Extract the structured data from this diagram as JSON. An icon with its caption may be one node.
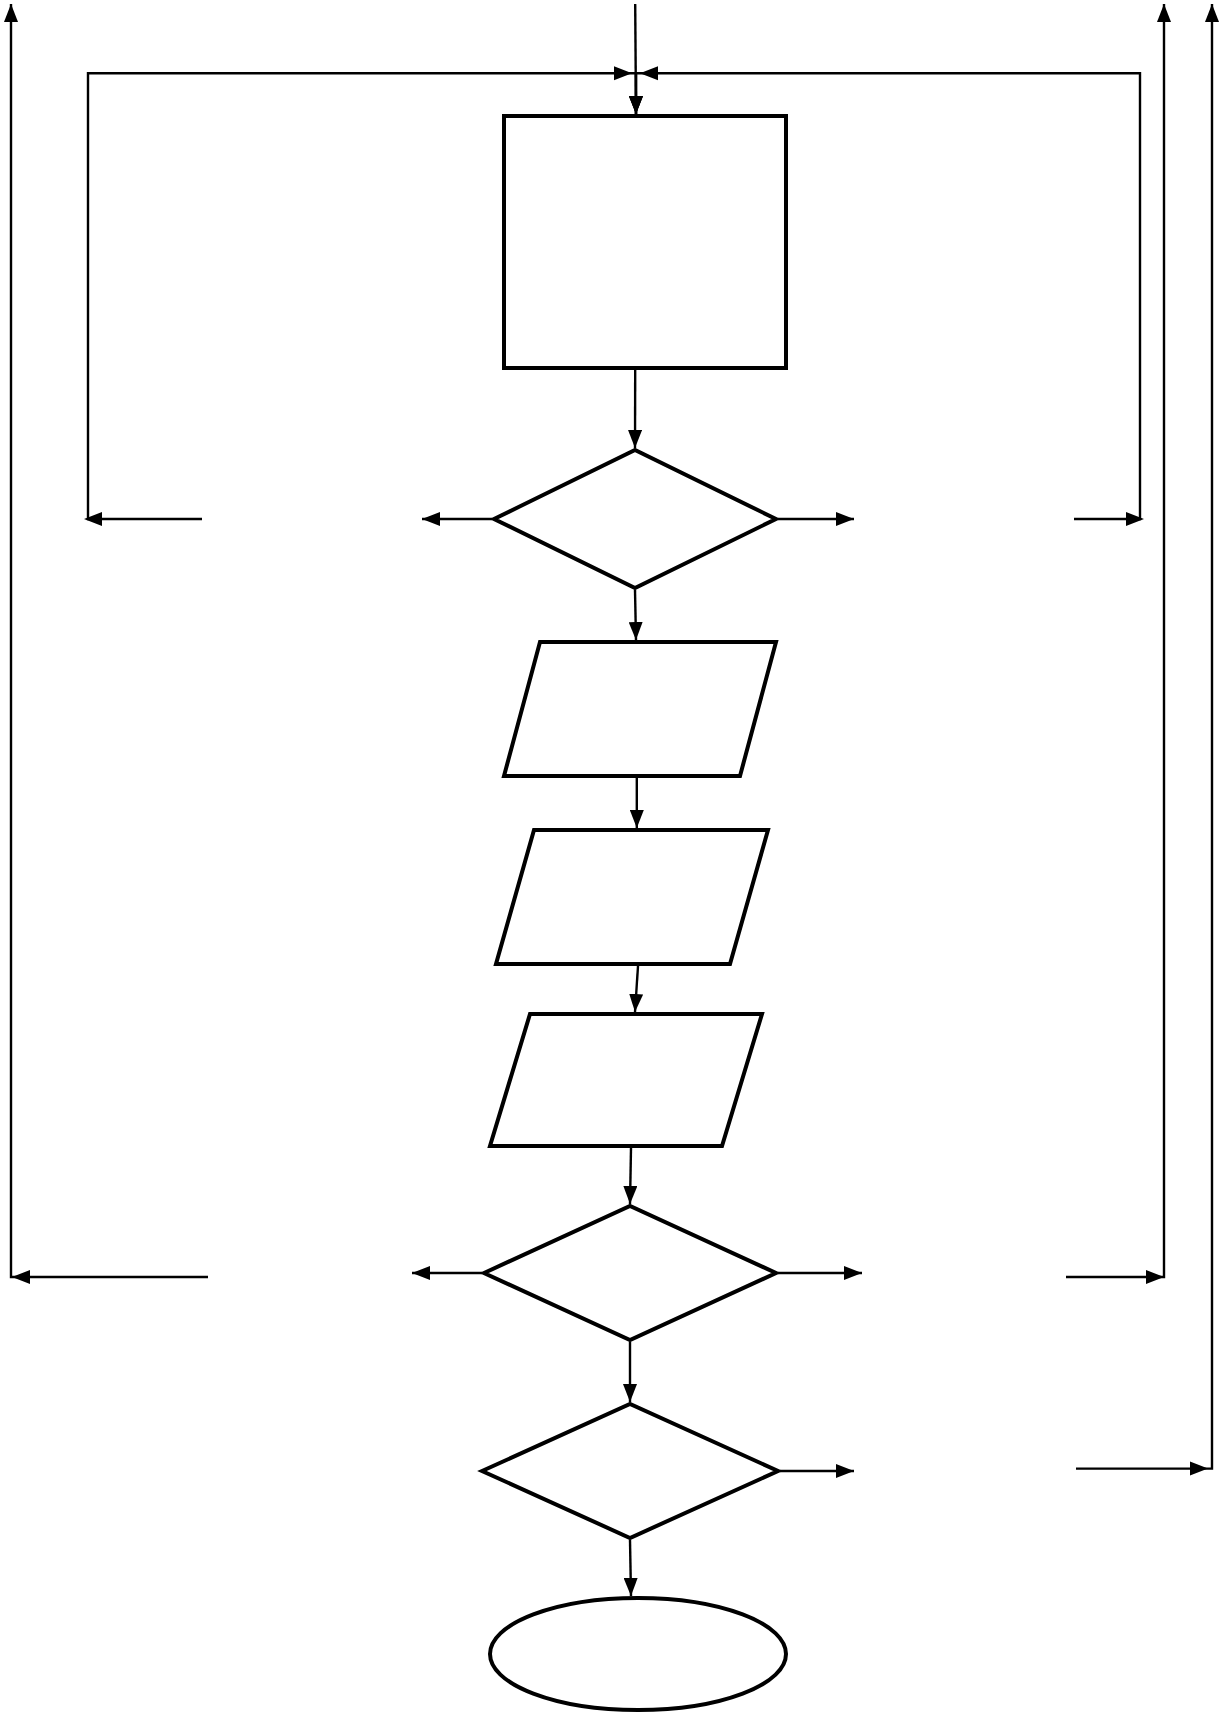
{
  "diagram": {
    "nodes": [
      {
        "text": [],
        "shape": "box"
      },
      {
        "text": [],
        "shape": "diamond"
      },
      {
        "text": [],
        "shape": "parallelogram"
      },
      {
        "text": [],
        "shape": "parallelogram"
      },
      {
        "text": [],
        "shape": "parallelogram"
      },
      {
        "text": [],
        "shape": "diamond"
      },
      {
        "text": [],
        "shape": "diamond"
      },
      {
        "text": [],
        "shape": "ellipse"
      }
    ],
    "edges": [
      {
        "from": null,
        "to": 0,
        "arrow": "to"
      },
      {
        "from": 0,
        "to": 1,
        "arrow": "to"
      },
      {
        "from": 1,
        "to": null,
        "arrow": "to"
      },
      {
        "from": null,
        "to": 0,
        "arrow": "to"
      },
      {
        "from": 1,
        "to": null,
        "arrow": "to"
      },
      {
        "from": null,
        "to": 0,
        "arrow": "to"
      },
      {
        "from": 1,
        "to": 2,
        "arrow": "to"
      },
      {
        "from": 2,
        "to": 3,
        "arrow": "to"
      },
      {
        "from": 3,
        "to": 4,
        "arrow": "to"
      },
      {
        "from": 4,
        "to": 5,
        "arrow": "to"
      },
      {
        "from": 5,
        "to": null,
        "arrow": "to"
      },
      {
        "from": 5,
        "to": null,
        "arrow": "to"
      },
      {
        "from": 5,
        "to": 6,
        "arrow": "to"
      },
      {
        "from": 6,
        "to": null,
        "arrow": "to"
      },
      {
        "from": 6,
        "to": 7,
        "arrow": "to"
      }
    ]
  }
}
